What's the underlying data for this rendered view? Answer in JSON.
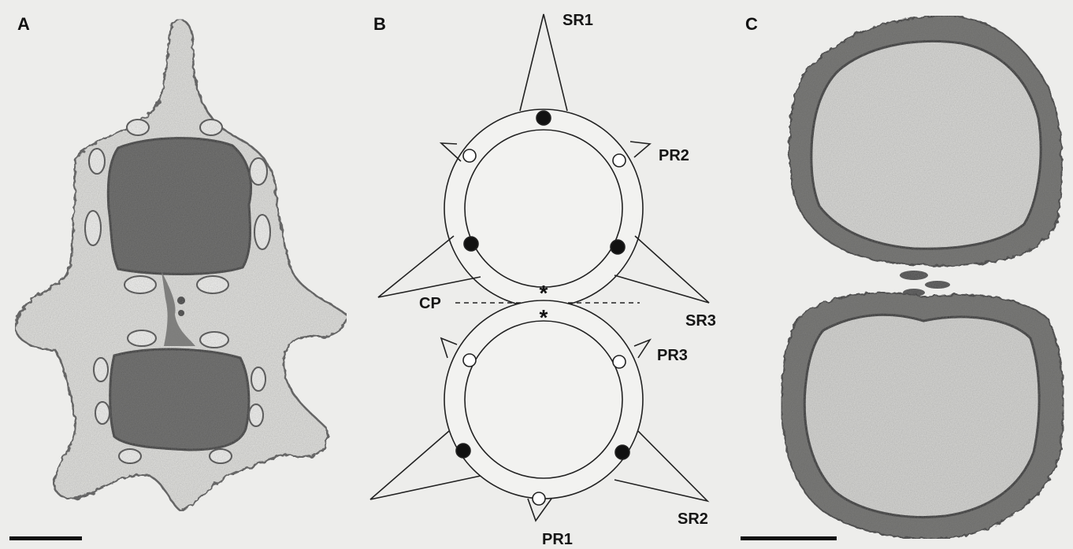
{
  "panels": {
    "a": {
      "label": "A"
    },
    "b": {
      "label": "B"
    },
    "c": {
      "label": "C"
    }
  },
  "diagram_labels": {
    "sr1": "SR1",
    "pr2": "PR2",
    "sr3": "SR3",
    "cp": "CP",
    "pr3": "PR3",
    "sr2": "SR2",
    "pr1": "PR1"
  },
  "colors": {
    "background": "#ededeb",
    "line": "#222222",
    "tissue_dark": "#5a5a58",
    "tissue_light": "#e2e2df",
    "filled_dot": "#111111"
  }
}
